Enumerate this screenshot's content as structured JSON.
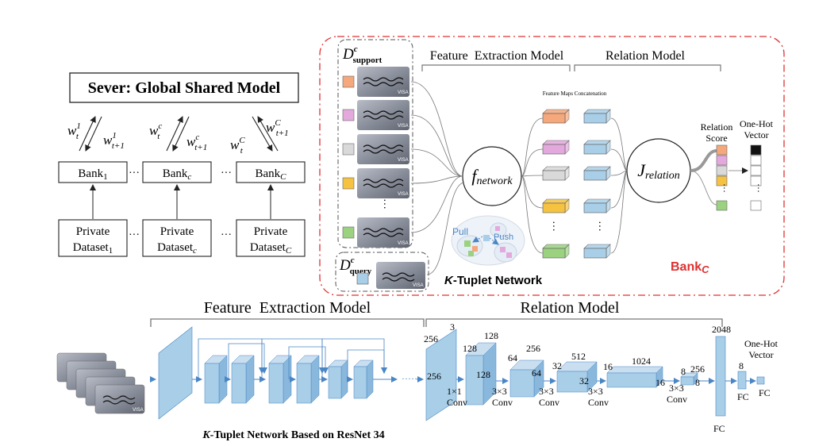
{
  "server": {
    "title": "Sever: Global Shared Model",
    "w_left_up": "w",
    "arrows": [
      {
        "up_main": "w",
        "up_sup": "1",
        "up_sub": "t",
        "down_main": "w",
        "down_sup": "1",
        "down_sub": "t+1"
      },
      {
        "up_main": "w",
        "up_sup": "c",
        "up_sub": "t",
        "down_main": "w",
        "down_sup": "c",
        "down_sub": "t+1"
      },
      {
        "up_main": "w",
        "up_sup": "C",
        "up_sub": "t",
        "down_main": "w",
        "down_sup": "C",
        "down_sub": "t+1"
      }
    ]
  },
  "banks": [
    {
      "label": "Bank",
      "sub": "1"
    },
    {
      "label": "Bank",
      "sub": "c"
    },
    {
      "label": "Bank",
      "sub": "C"
    }
  ],
  "datasets": [
    {
      "line1": "Private",
      "line2": "Dataset",
      "sub": "1"
    },
    {
      "line1": "Private",
      "line2": "Dataset",
      "sub": "c"
    },
    {
      "line1": "Private",
      "line2": "Dataset",
      "sub": "C"
    }
  ],
  "ellipsis": "···",
  "top_panel": {
    "support_label": "D",
    "support_sup": "c",
    "support_sub": "support",
    "query_label": "D",
    "query_sup": "c",
    "query_sub": "query",
    "feature_extraction": "Feature  Extraction Model",
    "relation_model": "Relation Model",
    "feature_maps_concat": "Feature Maps Concatenation",
    "f_network_main": "f",
    "f_network_sub": "network",
    "j_relation_main": "J",
    "j_relation_sub": "relation",
    "relation_score_line1": "Relation",
    "relation_score_line2": "Score",
    "onehot_line1": "One-Hot",
    "onehot_line2": "Vector",
    "pull": "Pull",
    "push": "Push",
    "ktuplet_k": "K",
    "ktuplet_rest": "-Tuplet Network",
    "bank_label": "Bank",
    "bank_sub": "C",
    "card_text": "VISA",
    "colors": {
      "orange": "#f4a87c",
      "pink": "#e3a9dd",
      "gray": "#d9d9d9",
      "yellow": "#f5c242",
      "green": "#9bd27f",
      "blue": "#a9cfe8",
      "red": "#e03030"
    }
  },
  "bottom": {
    "feature_extraction": "Feature  Extraction Model",
    "relation_model": "Relation Model",
    "caption_k": "K",
    "caption_rest": "-Tuplet Network Based on ResNet 34",
    "dots": "·····",
    "layers": {
      "l1_top": "3",
      "l1_a": "256",
      "l1_b": "256",
      "l1_op1": "1×1",
      "l1_op2": "Conv",
      "l2_a": "128",
      "l2_b": "128",
      "l2_c": "128",
      "l2_op1": "3×3",
      "l2_op2": "Conv",
      "l3_a": "64",
      "l3_b": "256",
      "l3_c": "64",
      "l3_op1": "3×3",
      "l3_op2": "Conv",
      "l4_a": "32",
      "l4_b": "512",
      "l4_c": "32",
      "l4_op1": "3×3",
      "l4_op2": "Conv",
      "l5_a": "16",
      "l5_b": "1024",
      "l5_c": "16",
      "l5_op1": "3×3",
      "l5_op2": "Conv",
      "l6_a": "8",
      "l6_b": "256",
      "l6_c": "8",
      "fc1_top": "2048",
      "fc1_label": "FC",
      "fc2_top": "8",
      "fc2_label": "FC",
      "fc3_label": "FC",
      "onehot_line1": "One-Hot",
      "onehot_line2": "Vector"
    }
  }
}
